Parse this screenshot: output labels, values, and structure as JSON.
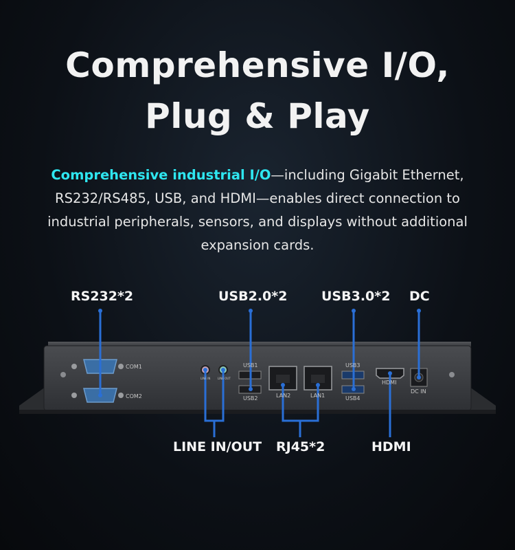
{
  "headline": {
    "line1": "Comprehensive I/O,",
    "line2": "Plug & Play"
  },
  "description": {
    "highlight": "Comprehensive industrial I/O",
    "text_line1_rest": "—including Gigabit Ethernet,",
    "text_line2": "RS232/RS485, USB, and HDMI—enables direct connection to",
    "text_line3": "industrial peripherals, sensors, and displays without additional",
    "text_line4": "expansion cards."
  },
  "callouts": {
    "rs232": "RS232*2",
    "usb20": "USB2.0*2",
    "usb30": "USB3.0*2",
    "dc": "DC",
    "line_io": "LINE IN/OUT",
    "rj45": "RJ45*2",
    "hdmi": "HDMI"
  },
  "port_labels": {
    "com1": "COM1",
    "com2": "COM2",
    "usb1": "USB1",
    "usb2": "USB2",
    "usb3": "USB3",
    "usb4": "USB4",
    "lan1": "LAN1",
    "lan2": "LAN2",
    "hdmi": "HDMI",
    "dc_in": "DC IN",
    "line_in": "LINE IN",
    "line_out": "LINE OUT"
  },
  "colors": {
    "accent": "#2ee6f0",
    "callout_line": "#2a6fd6",
    "device_body": "#3c3e42"
  }
}
